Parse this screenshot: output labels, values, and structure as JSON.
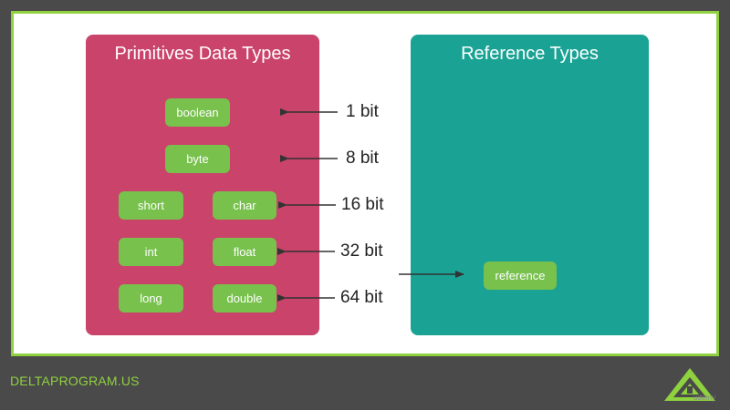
{
  "primitives": {
    "title": "Primitives Data Types",
    "types": [
      "boolean",
      "byte",
      "short",
      "char",
      "int",
      "float",
      "long",
      "double"
    ]
  },
  "reference": {
    "title": "Reference Types",
    "item": "reference"
  },
  "bit_labels": [
    "1 bit",
    "8 bit",
    "16 bit",
    "32 bit",
    "64 bit"
  ],
  "footer": {
    "site": "DELTAPROGRAM.US",
    "watermark": "udemy"
  },
  "colors": {
    "primitives_panel": "#c9436a",
    "reference_panel": "#1aa394",
    "pill": "#77c14c",
    "border_accent": "#8fd13f",
    "background": "#4a4a4a"
  },
  "icons": {
    "logo": "delta-triangle-logo-icon"
  }
}
